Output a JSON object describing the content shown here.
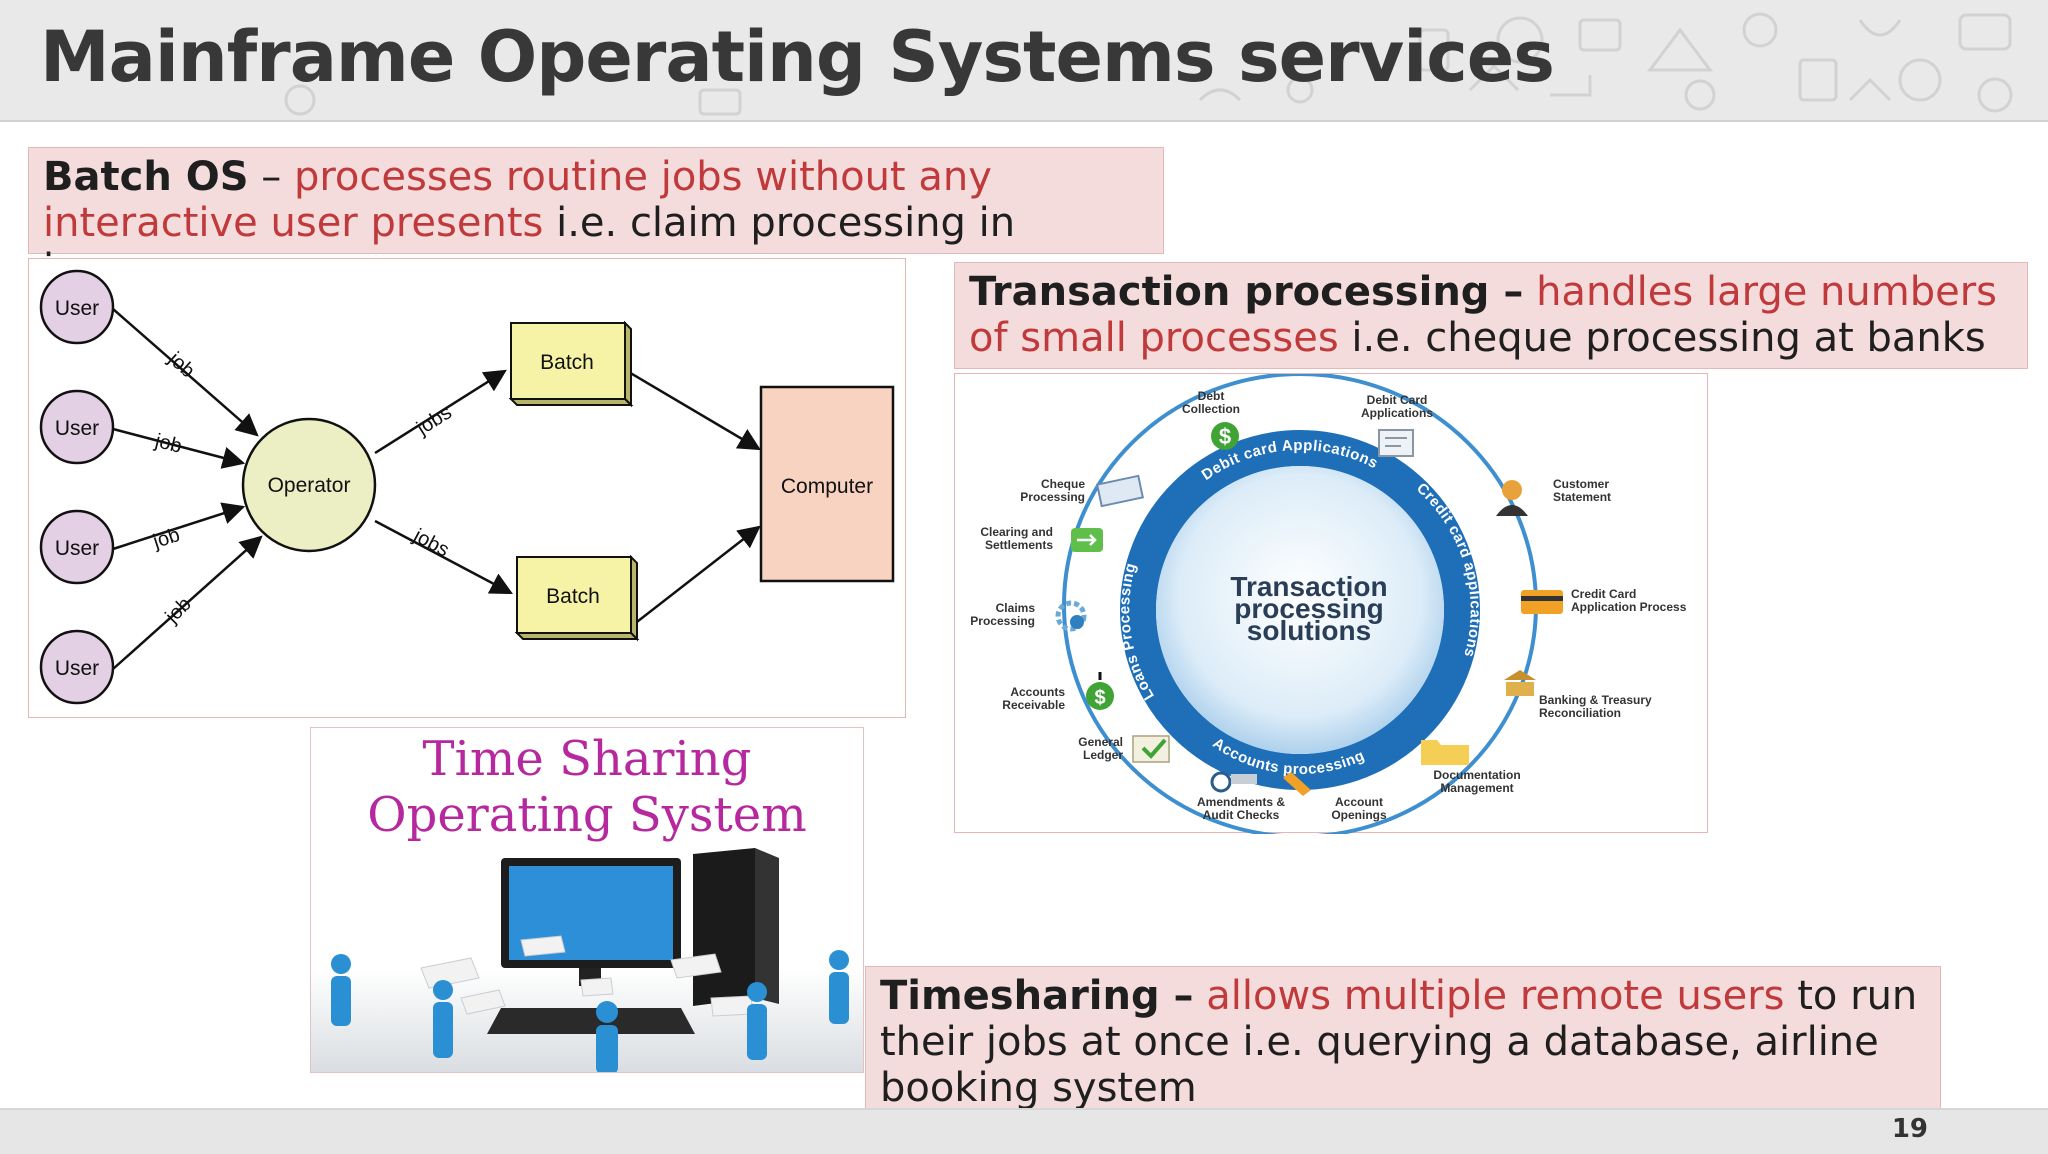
{
  "slide": {
    "title": "Mainframe Operating Systems services",
    "page_number": "19"
  },
  "batch": {
    "heading": "Batch OS",
    "dash": " – ",
    "highlight": "processes routine jobs without any interactive user presents",
    "rest": " i.e. claim processing in insurance",
    "diagram": {
      "users": [
        "User",
        "User",
        "User",
        "User"
      ],
      "job_labels": [
        "job",
        "job",
        "job",
        "job"
      ],
      "operator": "Operator",
      "jobs_labels": [
        "jobs",
        "jobs"
      ],
      "batches": [
        "Batch",
        "Batch"
      ],
      "computer": "Computer"
    }
  },
  "transaction": {
    "heading": "Transaction processing –",
    "highlight": "handles large numbers of small processes",
    "rest": " i.e. cheque processing at banks",
    "diagram": {
      "center_lines": [
        "Transaction",
        "processing",
        "solutions"
      ],
      "ring_top": "Debit card Applications",
      "ring_right": "Credit card applications",
      "ring_bottom": "Accounts processing",
      "ring_left": "Loans Processing",
      "items": [
        {
          "lines": [
            "Debt",
            "Collection"
          ]
        },
        {
          "lines": [
            "Debit Card",
            "Applications"
          ]
        },
        {
          "lines": [
            "Customer",
            "Statement"
          ]
        },
        {
          "lines": [
            "Credit Card",
            "Application Process"
          ]
        },
        {
          "lines": [
            "Banking & Treasury",
            "Reconciliation"
          ]
        },
        {
          "lines": [
            "Documentation",
            "Management"
          ]
        },
        {
          "lines": [
            "Account",
            "Openings"
          ]
        },
        {
          "lines": [
            "Amendments &",
            "Audit Checks"
          ]
        },
        {
          "lines": [
            "General",
            "Ledger"
          ]
        },
        {
          "lines": [
            "Accounts",
            "Receivable"
          ]
        },
        {
          "lines": [
            "Claims",
            "Processing"
          ]
        },
        {
          "lines": [
            "Clearing and",
            "Settlements"
          ]
        },
        {
          "lines": [
            "Cheque",
            "Processing"
          ]
        }
      ]
    }
  },
  "timesharing": {
    "image_title_1": "Time Sharing",
    "image_title_2": "Operating System",
    "heading": "Timesharing –",
    "highlight": "allows multiple remote users",
    "rest": " to run their jobs at once i.e. querying a database, airline booking system"
  },
  "colors": {
    "accent_red": "#c0393b",
    "callout_bg": "#f5dcdc",
    "user_fill": "#e4d0e4",
    "operator_fill": "#ecefc4",
    "batch_fill": "#f7f3a6",
    "computer_fill": "#f8d3c2",
    "ring_blue": "#2f7fc1",
    "ts_magenta": "#b5289e"
  }
}
